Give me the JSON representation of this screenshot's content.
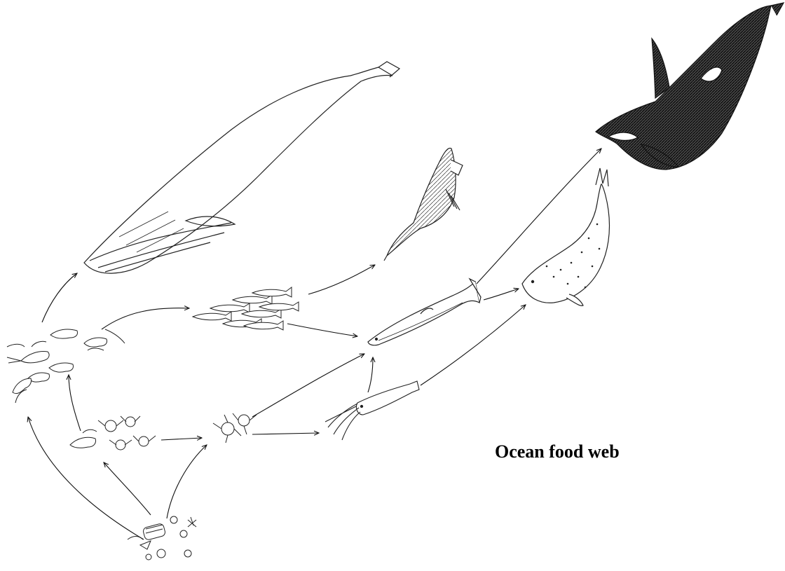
{
  "diagram": {
    "caption": "Ocean food web",
    "organisms": [
      {
        "id": "phytoplankton",
        "icon": "phytoplankton-icon"
      },
      {
        "id": "zooplankton",
        "icon": "copepod-icon"
      },
      {
        "id": "larvae",
        "icon": "larvae-icon"
      },
      {
        "id": "krill",
        "icon": "krill-icon"
      },
      {
        "id": "small-fish",
        "icon": "anchovy-school-icon"
      },
      {
        "id": "squid",
        "icon": "squid-icon"
      },
      {
        "id": "salmon",
        "icon": "salmon-icon"
      },
      {
        "id": "cormorant",
        "icon": "cormorant-icon"
      },
      {
        "id": "blue-whale",
        "icon": "baleen-whale-icon"
      },
      {
        "id": "seal",
        "icon": "seal-icon"
      },
      {
        "id": "orca",
        "icon": "orca-icon"
      }
    ],
    "links": [
      {
        "from": "phytoplankton",
        "to": "krill"
      },
      {
        "from": "phytoplankton",
        "to": "zooplankton"
      },
      {
        "from": "phytoplankton",
        "to": "larvae"
      },
      {
        "from": "zooplankton",
        "to": "krill"
      },
      {
        "from": "zooplankton",
        "to": "larvae"
      },
      {
        "from": "krill",
        "to": "blue-whale"
      },
      {
        "from": "krill",
        "to": "small-fish"
      },
      {
        "from": "larvae",
        "to": "squid"
      },
      {
        "from": "larvae",
        "to": "salmon"
      },
      {
        "from": "small-fish",
        "to": "cormorant"
      },
      {
        "from": "small-fish",
        "to": "salmon"
      },
      {
        "from": "squid",
        "to": "salmon"
      },
      {
        "from": "squid",
        "to": "seal"
      },
      {
        "from": "salmon",
        "to": "seal"
      },
      {
        "from": "salmon",
        "to": "orca"
      }
    ],
    "colors": {
      "ink": "#111111",
      "background": "#ffffff"
    }
  }
}
